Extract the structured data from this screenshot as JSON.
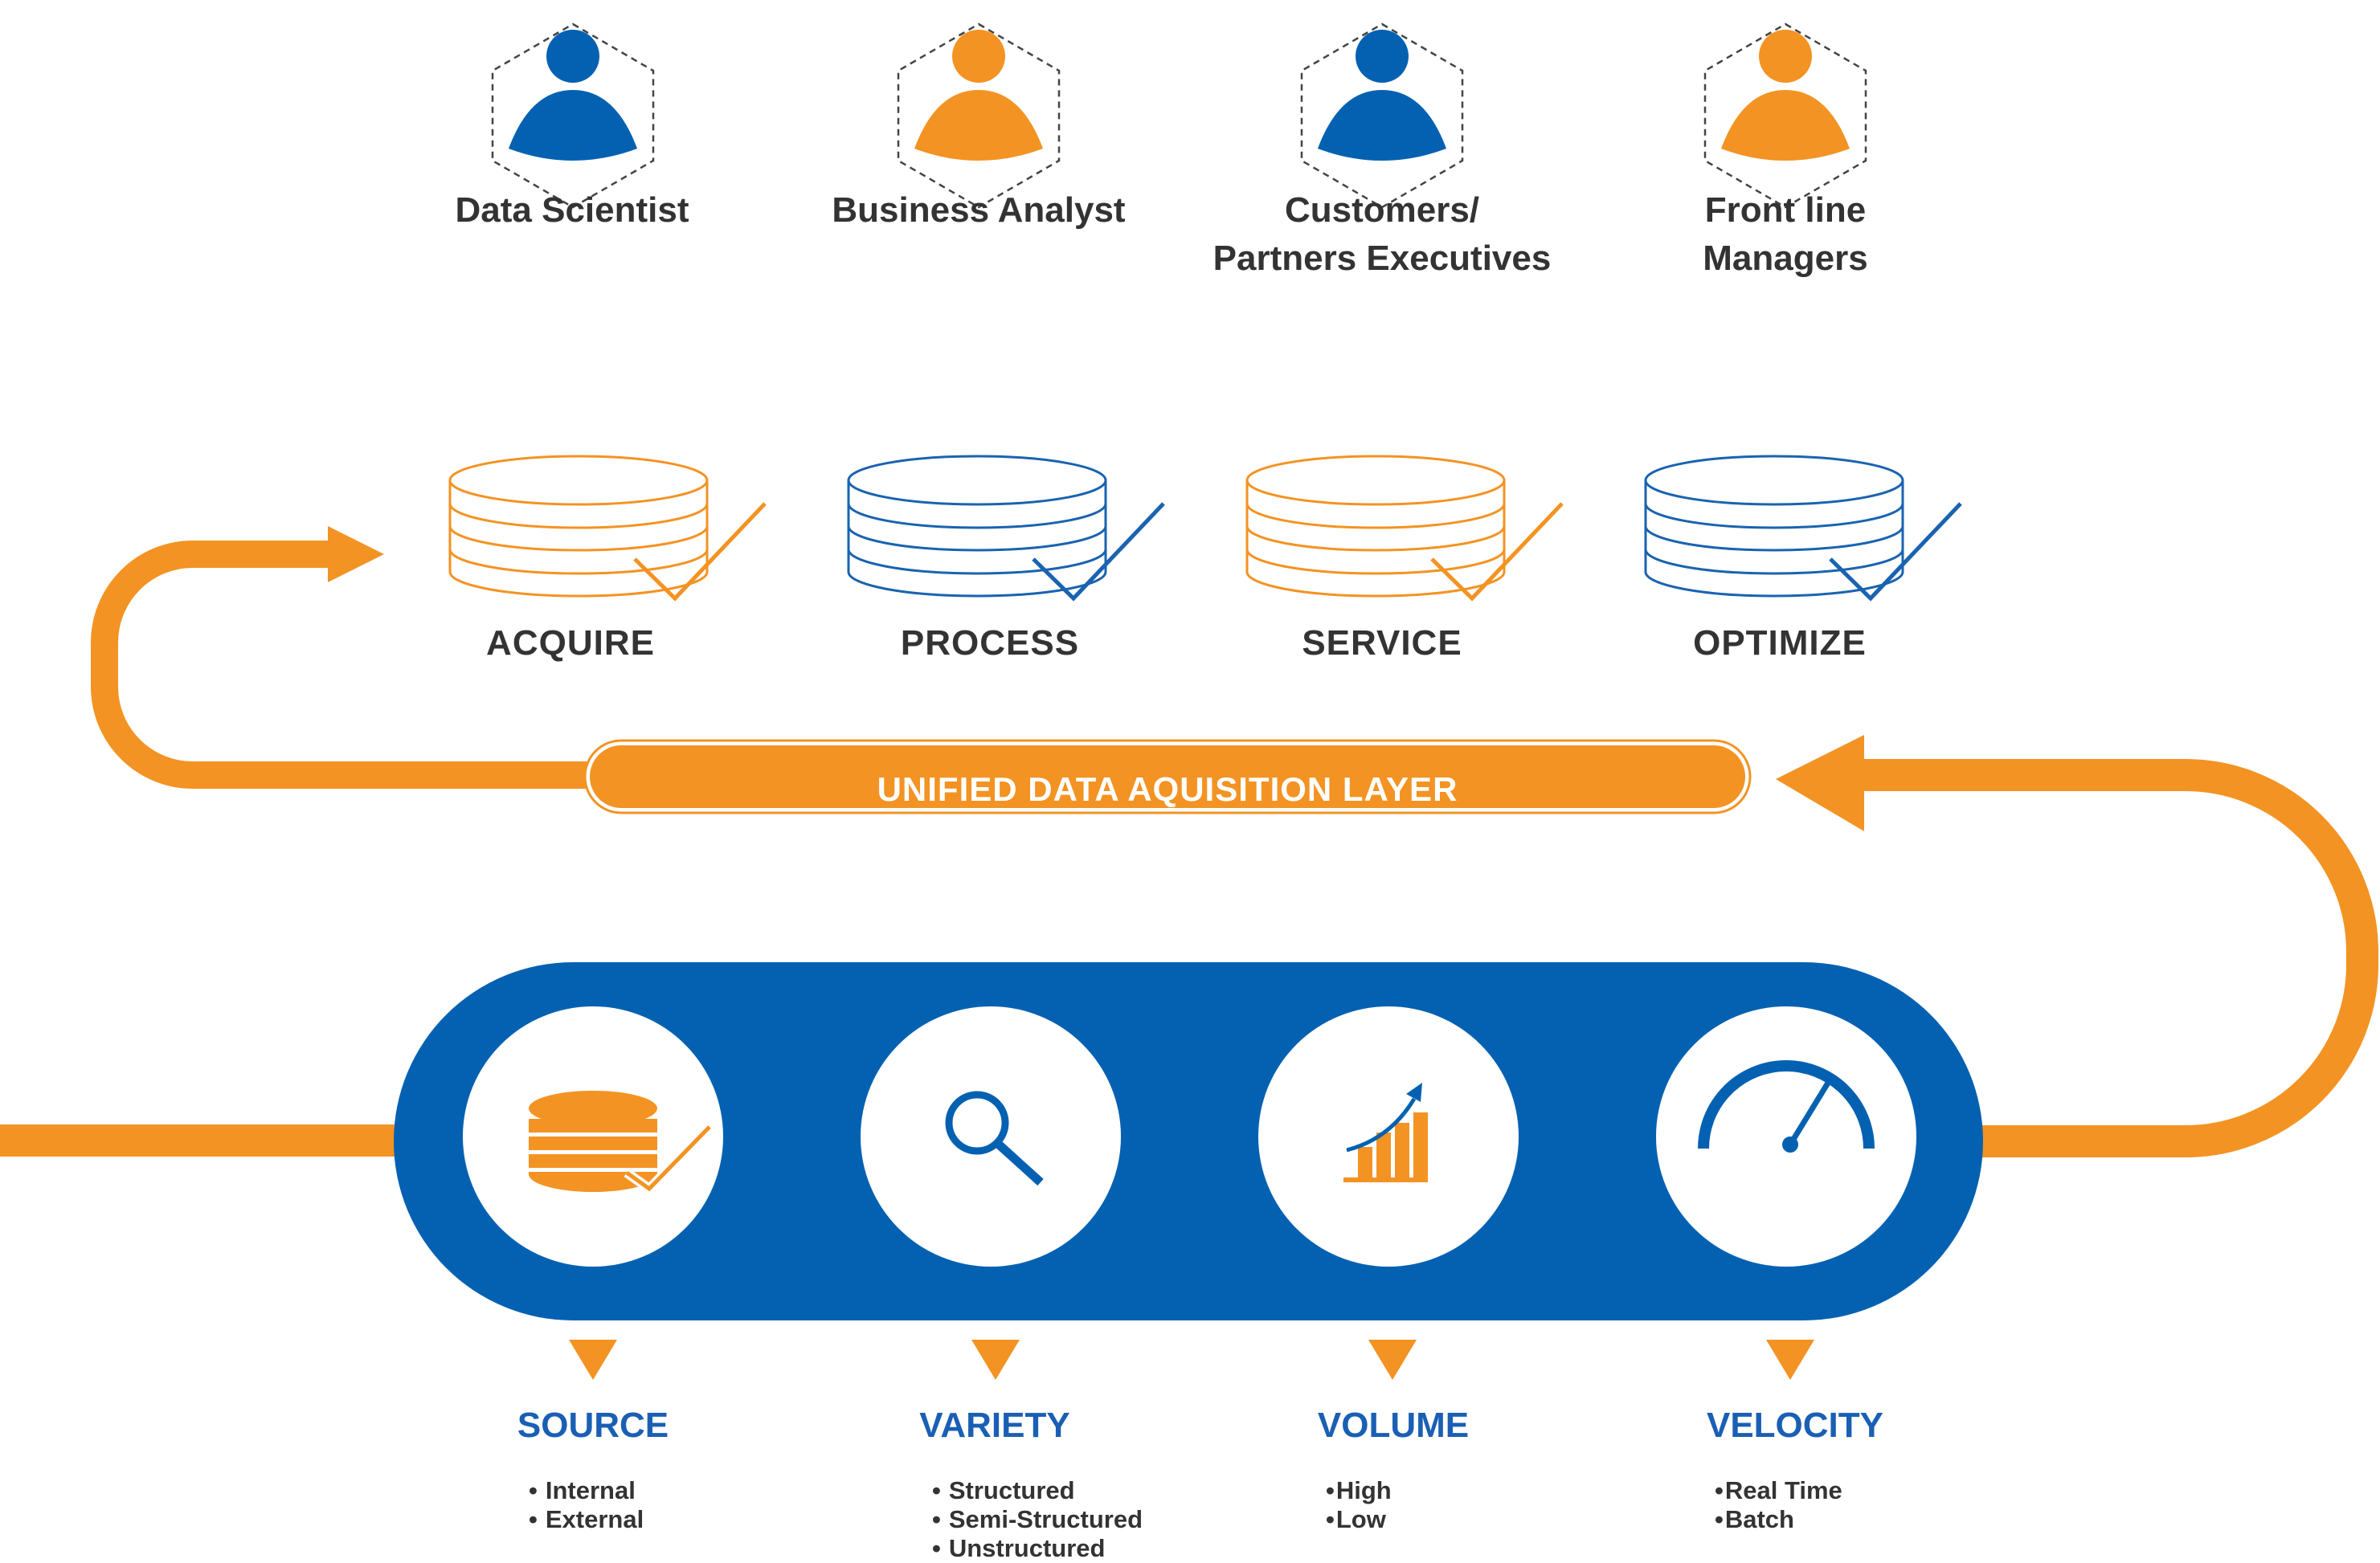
{
  "colors": {
    "blue": "#0461b1",
    "orange": "#f39323",
    "text": "#333333",
    "accent_text": "#1a5fb4"
  },
  "roles": [
    {
      "label_lines": [
        "Data Scientist"
      ],
      "color": "blue",
      "icon": "user-icon"
    },
    {
      "label_lines": [
        "Business Analyst"
      ],
      "color": "orange",
      "icon": "user-icon"
    },
    {
      "label_lines": [
        "Customers/",
        "Partners Executives"
      ],
      "color": "blue",
      "icon": "user-icon"
    },
    {
      "label_lines": [
        "Front line",
        "Managers"
      ],
      "color": "orange",
      "icon": "user-icon"
    }
  ],
  "stages": [
    {
      "label": "ACQUIRE",
      "color": "orange",
      "icon": "database-check-icon"
    },
    {
      "label": "PROCESS",
      "color": "blue",
      "icon": "database-check-icon"
    },
    {
      "label": "SERVICE",
      "color": "orange",
      "icon": "database-check-icon"
    },
    {
      "label": "OPTIMIZE",
      "color": "blue",
      "icon": "database-check-icon"
    }
  ],
  "layer_label": "UNIFIED DATA AQUISITION LAYER",
  "vs": [
    {
      "title": "SOURCE",
      "icon": "database-check-icon",
      "items": [
        "Internal",
        "External"
      ]
    },
    {
      "title": "VARIETY",
      "icon": "magnifier-icon",
      "items": [
        "Structured",
        "Semi-Structured",
        "Unstructured"
      ]
    },
    {
      "title": "VOLUME",
      "icon": "growth-chart-icon",
      "items": [
        "High",
        "Low"
      ]
    },
    {
      "title": "VELOCITY",
      "icon": "speedometer-icon",
      "items": [
        "Real Time",
        "Batch"
      ]
    }
  ]
}
